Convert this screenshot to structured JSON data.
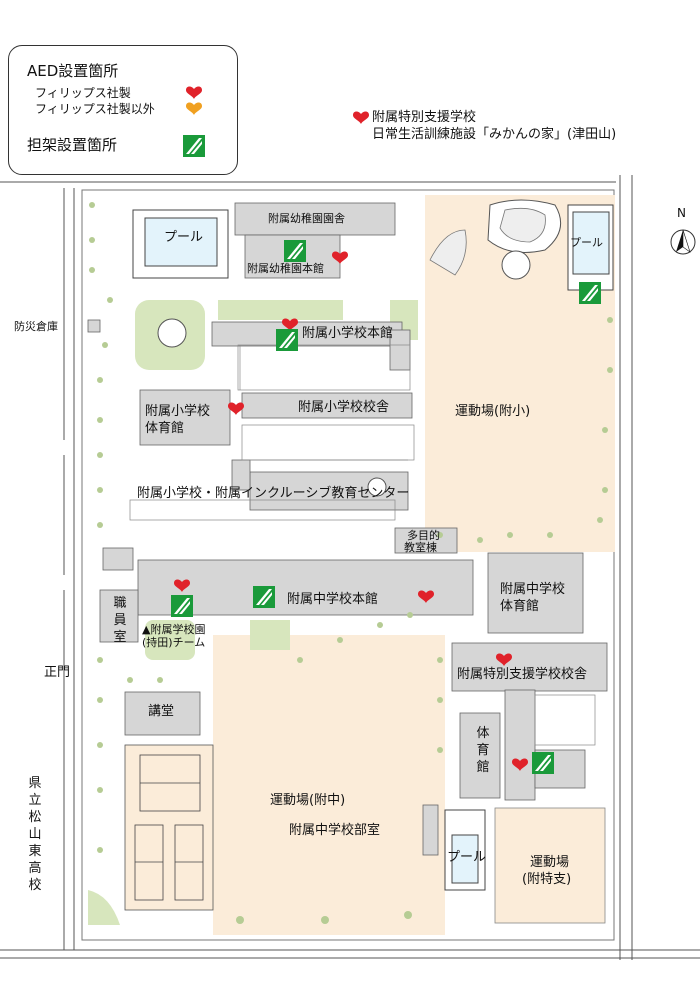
{
  "legend": {
    "aed_title": "AED設置箇所",
    "philips": "フィリップス社製",
    "non_philips": "フィリップス社製以外",
    "stretcher_title": "担架設置箇所"
  },
  "header_note": {
    "line1": "附属特別支援学校",
    "line2": "日常生活訓練施設「みかんの家」(津田山)"
  },
  "compass": {
    "label": "N"
  },
  "colors": {
    "aed_philips": "#e0222a",
    "aed_other": "#f0a020",
    "stretcher": "#1a9a3a",
    "building": "#d6d6d6",
    "field": "#fbecd9",
    "pool": "#e3f3fb",
    "green": "#c9dcaa"
  },
  "labels": {
    "pool_west": "プール",
    "kinder_garden": "附属幼稚園園舎",
    "kinder_main": "附属幼稚園本館",
    "pool_east": "プール",
    "disaster_storage": "防災倉庫",
    "elem_main": "附属小学校本館",
    "elem_gym_1": "附属小学校",
    "elem_gym_2": "体育館",
    "elem_school": "附属小学校校舎",
    "field_elem": "運動場(附小)",
    "inclusive_center": "附属小学校・附属インクルーシブ教育センター",
    "multi_1": "多目的",
    "multi_2": "教室棟",
    "staff_1": "職",
    "staff_2": "員",
    "staff_3": "室",
    "junior_main": "附属中学校本館",
    "junior_gym_1": "附属中学校",
    "junior_gym_2": "体育館",
    "team_1": "▲附属学校園",
    "team_2": "(持田)チーム",
    "main_gate": "正門",
    "special_school": "附属特別支援学校校舎",
    "auditorium": "講堂",
    "gym_1": "体",
    "gym_2": "育",
    "gym_3": "館",
    "field_junior": "運動場(附中)",
    "junior_club": "附属中学校部室",
    "pool_south": "プール",
    "field_special_1": "運動場",
    "field_special_2": "(附特支)",
    "high_school": [
      "県",
      "立",
      "松",
      "山",
      "東",
      "高",
      "校"
    ]
  }
}
